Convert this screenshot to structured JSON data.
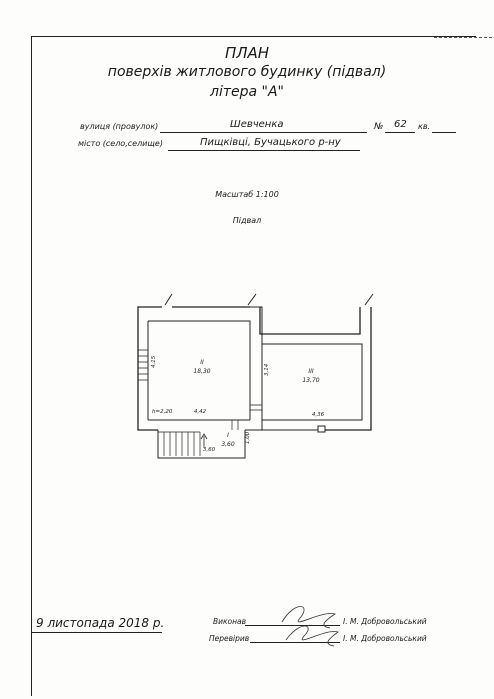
{
  "header": {
    "title": "ПЛАН",
    "subtitle": "поверхів житлового будинку (підвал)",
    "litera": "літера \"А\""
  },
  "address": {
    "street_label": "вулиця (провулок)",
    "street_value": "Шевченка",
    "number_label": "№",
    "number_value": "62",
    "apartment_label": "кв.",
    "city_label": "місто (село,селище)",
    "city_value": "Пищківці,  Бучацького р-ну"
  },
  "scale": "Масштаб 1:100",
  "floor_name": "Підвал",
  "plan": {
    "room_2": {
      "number": "II",
      "area": "18,30"
    },
    "room_3": {
      "number": "III",
      "area": "13,70"
    },
    "room_1": {
      "number": "I",
      "area": "3,60"
    },
    "dims": {
      "left_height": "4,15",
      "bottom_left": "4,42",
      "height_note": "h=2,20",
      "partition": "3,14",
      "bottom_right": "4,36",
      "stair_width": "1,00",
      "stair_length": "3,60"
    }
  },
  "footer": {
    "date": "9 листопада 2018 р.",
    "performed_label": "Виконав",
    "performed_name": "І. М. Добровольський",
    "checked_label": "Перевірив",
    "checked_name": "І. М. Добровольський"
  }
}
